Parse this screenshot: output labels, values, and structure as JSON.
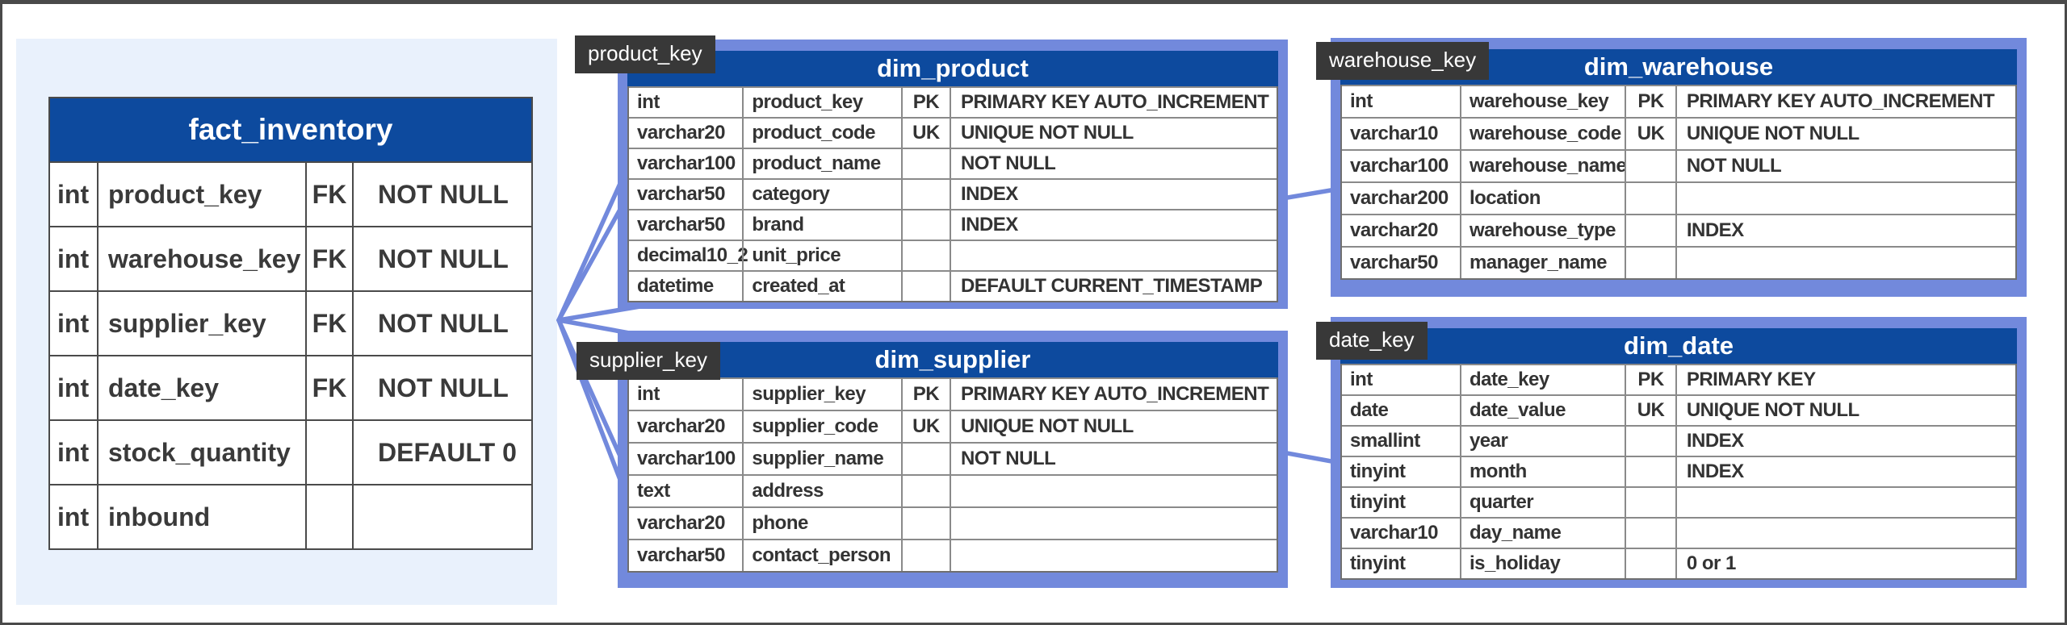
{
  "colors": {
    "header_blue": "#0d4a9e",
    "card_periwinkle": "#7289dc",
    "panel_light_blue": "#e9f1fc",
    "tag_dark": "#383838",
    "row_text": "#3a3a3a",
    "grid_gray": "#8a8a8a"
  },
  "fact_table": {
    "title": "fact_inventory",
    "rows": [
      {
        "type": "int",
        "name": "product_key",
        "key": "FK",
        "constraint": "NOT NULL"
      },
      {
        "type": "int",
        "name": "warehouse_key",
        "key": "FK",
        "constraint": "NOT NULL"
      },
      {
        "type": "int",
        "name": "supplier_key",
        "key": "FK",
        "constraint": "NOT NULL"
      },
      {
        "type": "int",
        "name": "date_key",
        "key": "FK",
        "constraint": "NOT NULL"
      },
      {
        "type": "int",
        "name": "stock_quantity",
        "key": "",
        "constraint": "DEFAULT 0"
      },
      {
        "type": "int",
        "name": "inbound",
        "key": "",
        "constraint": ""
      }
    ]
  },
  "dim_tables": [
    {
      "tag": "product_key",
      "title": "dim_product",
      "rows": [
        {
          "type": "int",
          "name": "product_key",
          "key": "PK",
          "constraint": "PRIMARY KEY AUTO_INCREMENT"
        },
        {
          "type": "varchar20",
          "name": "product_code",
          "key": "UK",
          "constraint": "UNIQUE NOT NULL"
        },
        {
          "type": "varchar100",
          "name": "product_name",
          "key": "",
          "constraint": "NOT NULL"
        },
        {
          "type": "varchar50",
          "name": "category",
          "key": "",
          "constraint": "INDEX"
        },
        {
          "type": "varchar50",
          "name": "brand",
          "key": "",
          "constraint": "INDEX"
        },
        {
          "type": "decimal10_2",
          "name": "unit_price",
          "key": "",
          "constraint": ""
        },
        {
          "type": "datetime",
          "name": "created_at",
          "key": "",
          "constraint": "DEFAULT CURRENT_TIMESTAMP"
        }
      ]
    },
    {
      "tag": "warehouse_key",
      "title": "dim_warehouse",
      "rows": [
        {
          "type": "int",
          "name": "warehouse_key",
          "key": "PK",
          "constraint": "PRIMARY KEY AUTO_INCREMENT"
        },
        {
          "type": "varchar10",
          "name": "warehouse_code",
          "key": "UK",
          "constraint": "UNIQUE NOT NULL"
        },
        {
          "type": "varchar100",
          "name": "warehouse_name",
          "key": "",
          "constraint": "NOT NULL"
        },
        {
          "type": "varchar200",
          "name": "location",
          "key": "",
          "constraint": ""
        },
        {
          "type": "varchar20",
          "name": "warehouse_type",
          "key": "",
          "constraint": "INDEX"
        },
        {
          "type": "varchar50",
          "name": "manager_name",
          "key": "",
          "constraint": ""
        }
      ]
    },
    {
      "tag": "supplier_key",
      "title": "dim_supplier",
      "rows": [
        {
          "type": "int",
          "name": "supplier_key",
          "key": "PK",
          "constraint": "PRIMARY KEY AUTO_INCREMENT"
        },
        {
          "type": "varchar20",
          "name": "supplier_code",
          "key": "UK",
          "constraint": "UNIQUE NOT NULL"
        },
        {
          "type": "varchar100",
          "name": "supplier_name",
          "key": "",
          "constraint": "NOT NULL"
        },
        {
          "type": "text",
          "name": "address",
          "key": "",
          "constraint": ""
        },
        {
          "type": "varchar20",
          "name": "phone",
          "key": "",
          "constraint": ""
        },
        {
          "type": "varchar50",
          "name": "contact_person",
          "key": "",
          "constraint": ""
        }
      ]
    },
    {
      "tag": "date_key",
      "title": "dim_date",
      "rows": [
        {
          "type": "int",
          "name": "date_key",
          "key": "PK",
          "constraint": "PRIMARY KEY"
        },
        {
          "type": "date",
          "name": "date_value",
          "key": "UK",
          "constraint": "UNIQUE NOT NULL"
        },
        {
          "type": "smallint",
          "name": "year",
          "key": "",
          "constraint": "INDEX"
        },
        {
          "type": "tinyint",
          "name": "month",
          "key": "",
          "constraint": "INDEX"
        },
        {
          "type": "tinyint",
          "name": "quarter",
          "key": "",
          "constraint": ""
        },
        {
          "type": "varchar10",
          "name": "day_name",
          "key": "",
          "constraint": ""
        },
        {
          "type": "tinyint",
          "name": "is_holiday",
          "key": "",
          "constraint": "0 or 1"
        }
      ]
    }
  ]
}
